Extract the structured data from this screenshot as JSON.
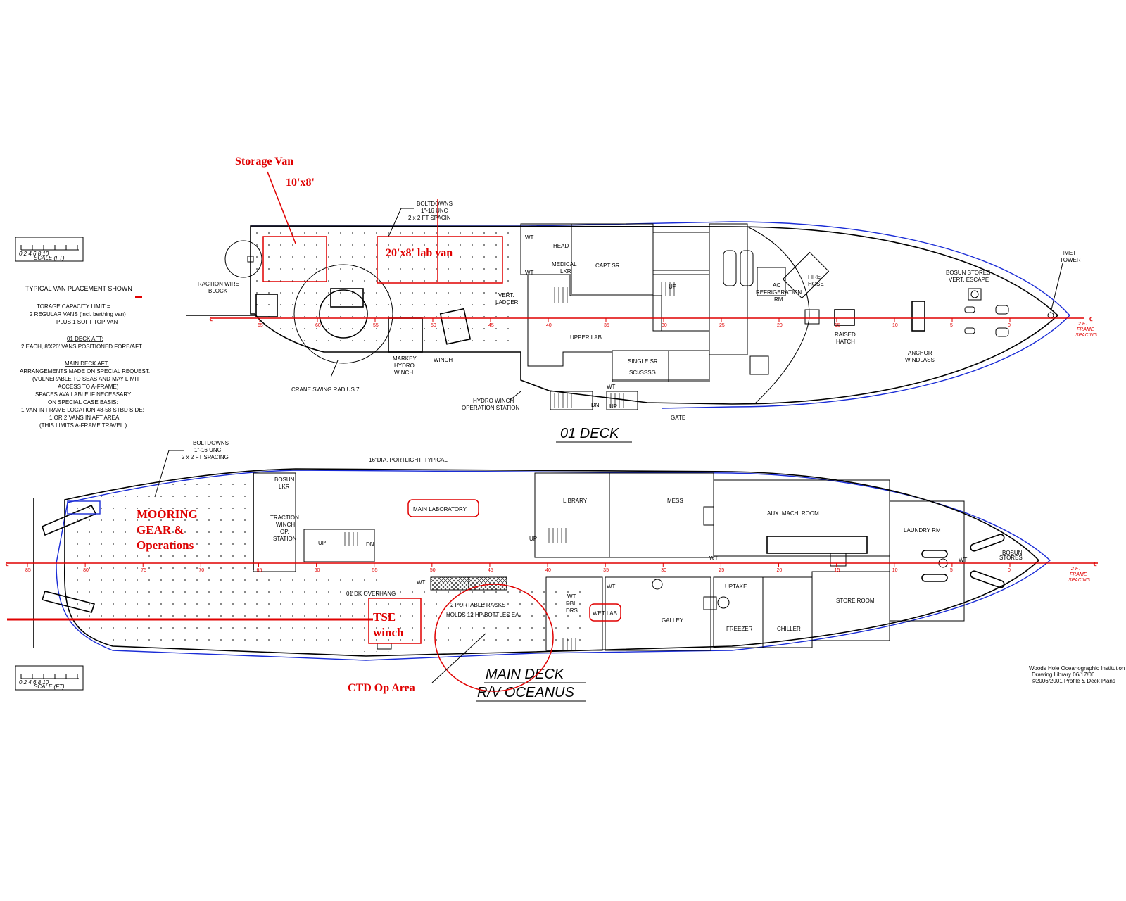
{
  "legend": {
    "scale_label": "SCALE (FT)",
    "scale_ticks": [
      "0",
      "2",
      "4",
      "6",
      "8",
      "10"
    ],
    "title": "TYPICAL VAN PLACEMENT SHOWN",
    "capacity": [
      "TORAGE CAPACITY LIMIT =",
      "2 REGULAR VANS (incl. berthing van)",
      "PLUS 1 SOFT TOP VAN"
    ],
    "deck01_heading": "01  DECK AFT:",
    "deck01_text": "2 EACH, 8'X20' VANS POSITIONED FORE/AFT",
    "main_heading": "MAIN DECK AFT:",
    "main_text": [
      "ARRANGEMENTS MADE ON SPECIAL REQUEST.",
      "(VULNERABLE TO SEAS AND MAY LIMIT",
      "ACCESS TO A-FRAME)",
      "SPACES AVAILABLE IF NECESSARY",
      "ON SPECIAL CASE BASIS:",
      "1 VAN IN FRAME LOCATION 48-58 STBD SIDE;",
      "1 OR 2 VANS IN AFT AREA",
      "(THIS LIMITS A-FRAME TRAVEL.)"
    ]
  },
  "annotations": {
    "storage_van": "Storage Van",
    "storage_van_size": "10'x8'",
    "lab_van": "20'x8' lab van",
    "mooring": [
      "MOORING",
      "GEAR &",
      "Operations"
    ],
    "tse": [
      "TSE",
      "winch"
    ],
    "ctd": "CTD Op Area"
  },
  "deck01": {
    "title": "01  DECK",
    "boltdowns": [
      "BOLTDOWNS",
      "1\"-16 UNC",
      "2 x 2 FT SPACIN"
    ],
    "labels": {
      "traction_wire": [
        "TRACTION WIRE",
        "BLOCK"
      ],
      "crane": "CRANE SWING RADIUS 7'",
      "markey": [
        "MARKEY",
        "HYDRO",
        "WINCH"
      ],
      "winch": "WINCH",
      "hydro_station": [
        "HYDRO WINCH",
        "OPERATION STATION"
      ],
      "vert_ladder": [
        "VERT.",
        "LADDER"
      ],
      "head": "HEAD",
      "medical": [
        "MEDICAL",
        "LKR"
      ],
      "capt": "CAPT SR",
      "upper_lab": "UPPER LAB",
      "single_sr": [
        "SINGLE SR",
        "SCI/SSSG"
      ],
      "ac": [
        "AC",
        "REFRIGERATION",
        "RM"
      ],
      "fire_hose": [
        "FIRE",
        "HOSE"
      ],
      "raised_hatch": [
        "RAISED",
        "HATCH"
      ],
      "bosun_stores": [
        "BOSUN STORES",
        "VERT. ESCAPE"
      ],
      "anchor": [
        "ANCHOR",
        "WINDLASS"
      ],
      "imet": [
        "IMET",
        "TOWER"
      ],
      "frame_spacing": [
        "2 FT",
        "FRAME",
        "SPACING"
      ],
      "up": "UP",
      "dn": "DN",
      "wt": "WT",
      "gate": "GATE"
    },
    "frames": [
      "65",
      "60",
      "55",
      "50",
      "45",
      "40",
      "35",
      "30",
      "25",
      "20",
      "15",
      "10",
      "5",
      "0"
    ]
  },
  "main_deck": {
    "title": "MAIN  DECK",
    "subtitle": "R/V OCEANUS",
    "boltdowns": [
      "BOLTDOWNS",
      "1\"-16 UNC",
      "2 x 2 FT SPACING"
    ],
    "labels": {
      "portlight": "16\"DIA. PORTLIGHT, TYPICAL",
      "bosun_lkr": [
        "BOSUN",
        "LKR"
      ],
      "traction_winch": [
        "TRACTION",
        "WINCH",
        "OP.",
        "STATION"
      ],
      "main_lab": "MAIN LABORATORY",
      "library": "LIBRARY",
      "mess": "MESS",
      "aux": "AUX. MACH. ROOM",
      "laundry": "LAUNDRY RM",
      "bosun_stores": [
        "BOSUN",
        "STORES"
      ],
      "overhang": "01 DK OVERHANG",
      "racks": [
        "2 PORTABLE RACKS",
        "HOLDS 12 HP BOTTLES EA."
      ],
      "dbl_drs": [
        "WT",
        "DBL",
        "DRS"
      ],
      "wet_lab": "WET LAB",
      "galley": "GALLEY",
      "uptake": "UPTAKE",
      "freezer": "FREEZER",
      "chiller": "CHILLER",
      "store_room": "STORE ROOM",
      "frame_spacing": [
        "2 FT",
        "FRAME",
        "SPACING"
      ],
      "up": "UP",
      "dn": "DN",
      "wt": "WT"
    },
    "frames": [
      "85",
      "80",
      "75",
      "70",
      "65",
      "60",
      "55",
      "50",
      "45",
      "40",
      "35",
      "30",
      "25",
      "20",
      "15",
      "10",
      "5",
      "0"
    ]
  },
  "credits": [
    "Woods Hole Oceanographic Institution",
    "Drawing Library   06/17/06",
    "©2006/2001 Profile & Deck Plans"
  ],
  "colors": {
    "annotation": "#e00000",
    "hull_outline": "#1a2cd6",
    "linework": "#000000"
  }
}
